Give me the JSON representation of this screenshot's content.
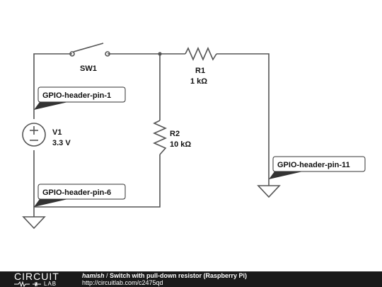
{
  "components": {
    "switch": {
      "ref": "SW1"
    },
    "r1": {
      "ref": "R1",
      "value": "1 kΩ"
    },
    "r2": {
      "ref": "R2",
      "value": "10 kΩ"
    },
    "v1": {
      "ref": "V1",
      "value": "3.3 V"
    }
  },
  "net_labels": {
    "pin1": "GPIO-header-pin-1",
    "pin6": "GPIO-header-pin-6",
    "pin11": "GPIO-header-pin-11"
  },
  "footer": {
    "logo_top": "CIRCUIT",
    "logo_bottom": "LAB",
    "author": "hamish",
    "separator": " / ",
    "title": "Switch with pull-down resistor (Raspberry Pi)",
    "url": "http://circuitlab.com/c2475qd"
  },
  "colors": {
    "wire": "#555555",
    "footer_bg": "#1a1a1a",
    "label_flag": "#333333"
  }
}
